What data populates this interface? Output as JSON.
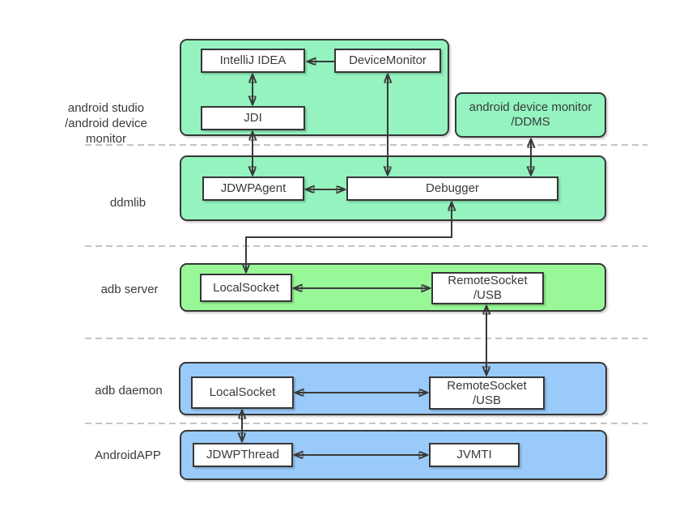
{
  "layers": [
    {
      "label": "android studio\n/android device\nmonitor"
    },
    {
      "label": "ddmlib"
    },
    {
      "label": "adb server"
    },
    {
      "label": "adb daemon"
    },
    {
      "label": "AndroidAPP"
    }
  ],
  "nodes": {
    "intellij": "IntelliJ IDEA",
    "device_monitor": "DeviceMonitor",
    "jdi": "JDI",
    "ddms": "android device monitor\n/DDMS",
    "jdwp_agent": "JDWPAgent",
    "debugger": "Debugger",
    "local_socket_server": "LocalSocket",
    "remote_socket_server": "RemoteSocket\n/USB",
    "local_socket_daemon": "LocalSocket",
    "remote_socket_daemon": "RemoteSocket\n/USB",
    "jdwp_thread": "JDWPThread",
    "jvmti": "JVMTI"
  },
  "connections": [
    {
      "from": "DeviceMonitor",
      "to": "IntelliJ IDEA",
      "type": "arrow"
    },
    {
      "from": "IntelliJ IDEA",
      "to": "JDI",
      "type": "bidirectional"
    },
    {
      "from": "JDI",
      "to": "JDWPAgent",
      "type": "bidirectional"
    },
    {
      "from": "DeviceMonitor",
      "to": "Debugger",
      "type": "bidirectional"
    },
    {
      "from": "android device monitor /DDMS",
      "to": "Debugger",
      "type": "bidirectional"
    },
    {
      "from": "JDWPAgent",
      "to": "Debugger",
      "type": "bidirectional"
    },
    {
      "from": "Debugger",
      "to": "LocalSocket (adb server)",
      "type": "bidirectional"
    },
    {
      "from": "LocalSocket (adb server)",
      "to": "RemoteSocket/USB (adb server)",
      "type": "bidirectional"
    },
    {
      "from": "RemoteSocket/USB (adb server)",
      "to": "RemoteSocket/USB (adb daemon)",
      "type": "bidirectional"
    },
    {
      "from": "LocalSocket (adb daemon)",
      "to": "RemoteSocket/USB (adb daemon)",
      "type": "bidirectional"
    },
    {
      "from": "LocalSocket (adb daemon)",
      "to": "JDWPThread",
      "type": "bidirectional"
    },
    {
      "from": "JDWPThread",
      "to": "JVMTI",
      "type": "bidirectional"
    }
  ],
  "colors": {
    "mint": "#94F3BF",
    "green": "#98F898",
    "blue": "#9ACAFA",
    "border": "#363636",
    "arrow": "#3a3a3a",
    "separator": "#b0b0b0",
    "text": "#3a3a3a"
  }
}
